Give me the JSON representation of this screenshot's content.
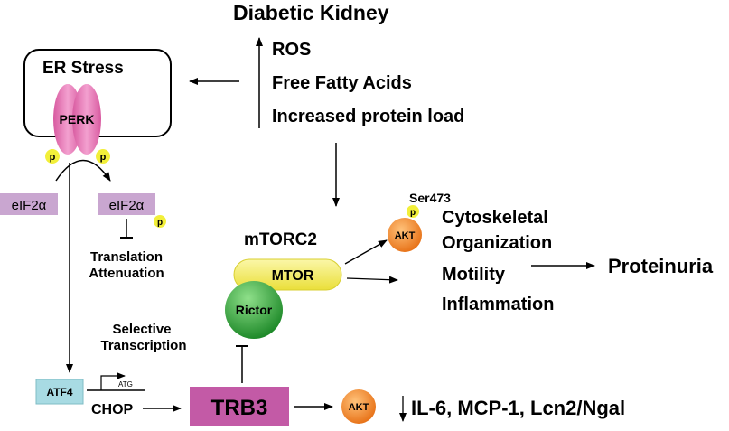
{
  "title": "Diabetic Kidney",
  "stimuli": [
    "ROS",
    "Free Fatty Acids",
    "Increased protein load"
  ],
  "er_stress": {
    "label": "ER Stress",
    "perk": "PERK",
    "phospho": "p"
  },
  "eif2a": {
    "left": "eIF2α",
    "right": "eIF2α",
    "phospho": "p"
  },
  "translation_attenuation": [
    "Translation",
    "Attenuation"
  ],
  "selective_transcription": [
    "Selective",
    "Transcription"
  ],
  "atf4": "ATF4",
  "atg": "ATG",
  "chop": "CHOP",
  "trb3": "TRB3",
  "mtorc2": {
    "label": "mTORC2",
    "mtor": "MTOR",
    "rictor": "Rictor"
  },
  "akt_top": {
    "label": "AKT",
    "phospho": "p",
    "site": "Ser473"
  },
  "akt_bottom": "AKT",
  "outcomes": [
    "Cytoskeletal",
    "Organization",
    "Motility",
    "Inflammation"
  ],
  "proteinuria": "Proteinuria",
  "cytokines": "IL-6, MCP-1, Lcn2/Ngal",
  "colors": {
    "perk": "#e879b8",
    "eif2a_box": "#c9a6d0",
    "trb3_box": "#c35aa6",
    "atf4_box": "#a8dbe3",
    "mtor": "#f5ee6a",
    "rictor": "#3aa53a",
    "akt": "#f28a22",
    "phospho": "#f2ef3a"
  }
}
